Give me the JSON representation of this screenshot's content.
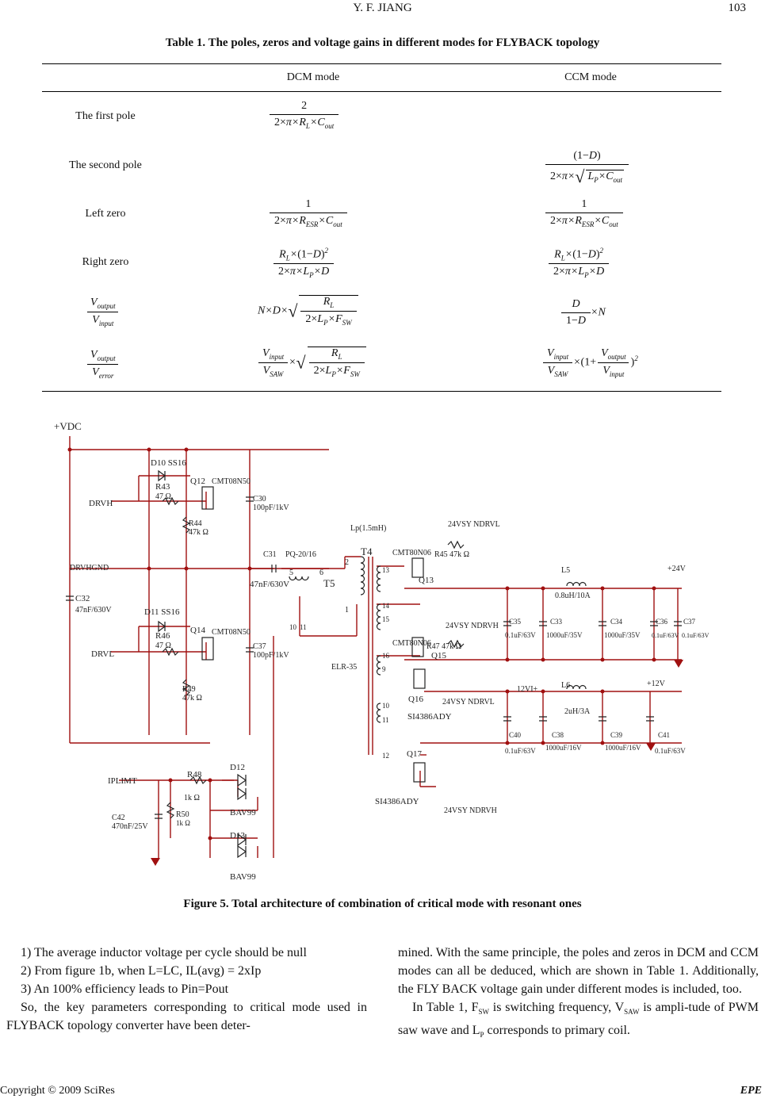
{
  "header": {
    "author": "Y. F. JIANG",
    "page": "103"
  },
  "table": {
    "caption": "Table 1. The poles, zeros and voltage gains in different modes for FLYBACK topology",
    "col_dcm": "DCM mode",
    "col_ccm": "CCM mode",
    "rows": [
      {
        "label": "The first pole"
      },
      {
        "label": "The second pole"
      },
      {
        "label": "Left zero"
      },
      {
        "label": "Right zero"
      }
    ]
  },
  "figure": {
    "caption": "Figure 5. Total architecture of combination of critical mode with resonant ones",
    "labels": {
      "vdc": "+VDC",
      "d10": "D10 SS16",
      "q12": "Q12",
      "q12p": "CMT08N50",
      "r43": "R43",
      "r43v": "47 Ω",
      "drvh": "DRVH",
      "c30": "C30",
      "c30v": "100pF/1kV",
      "r44": "R44",
      "r44v": "47k Ω",
      "lp": "Lp(1.5mH)",
      "vsy1": "24VSY NDRVL",
      "t4": "T4",
      "cmt1": "CMT80N06",
      "r45": "R45  47k Ω",
      "q13": "Q13",
      "drvhgnd": "DRVHGND",
      "c31": "C31",
      "pq": "PQ-20/16",
      "c31v": "47nF/630V",
      "t5": "T5",
      "l5": "L5",
      "l5v": "0.8uH/10A",
      "p24": "+24V",
      "c32": "C32",
      "c32v": "47nF/630V",
      "d11": "D11 SS16",
      "q14": "Q14",
      "q14p": "CMT08N50",
      "r46": "R46",
      "r46v": "47 Ω",
      "drvl": "DRVL",
      "vsy2": "24VSY NDRVH",
      "cmt2": "CMT80N06",
      "r47": "R47  47k Ω",
      "q15": "Q15",
      "c37a": "C37",
      "c37av": "100pF/1kV",
      "elr": "ELR-35",
      "c35": "C35",
      "c35v": "0.1uF/63V",
      "c33": "C33",
      "c33v": "1000uF/35V",
      "c34": "C34",
      "c34v": "1000uF/35V",
      "c36": "C36",
      "c36v": "0.1uF/63V",
      "c37": "C37",
      "c37v": "0.1uF/63V",
      "r49": "R49",
      "r49v": "47k Ω",
      "q16": "Q16",
      "vsy3": "24VSY NDRVL",
      "si1": "SI4386ADY",
      "vi12": "12VI+",
      "l6": "L6",
      "l6v": "2uH/3A",
      "p12": "+12V",
      "c40": "C40",
      "c40v": "0.1uF/63V",
      "c38": "C38",
      "c38v": "1000uF/16V",
      "c39": "C39",
      "c39v": "1000uF/16V",
      "c41": "C41",
      "c41v": "0.1uF/63V",
      "q17": "Q17",
      "si2": "SI4386ADY",
      "vsy4": "24VSY NDRVH",
      "iplimt": "IPLIMT",
      "r48": "R48",
      "r48v": "1k Ω",
      "d12": "D12",
      "bav1": "BAV99",
      "c42": "C42",
      "c42v": "470nF/25V",
      "r50": "R50",
      "r50v": "1k Ω",
      "d13": "D13",
      "bav2": "BAV99",
      "p5": "5",
      "p6": "6",
      "p2": "2",
      "p1": "1",
      "p13": "13",
      "p14": "14",
      "p15": "15",
      "p16": "16",
      "p9": "9",
      "p10": "10",
      "p11": "11",
      "p12n": "12",
      "p10b": "10",
      "p11b": "11"
    }
  },
  "body": {
    "left": [
      "1) The average inductor voltage per cycle should be null",
      "2) From figure 1b, when L=LC, IL(avg) = 2xIp",
      "3) An 100% efficiency leads to Pin=Pout",
      "So, the key parameters corresponding to critical mode used in FLYBACK topology converter have been deter-"
    ],
    "right_p1": "mined. With the same principle, the poles and zeros in DCM and CCM modes can all be deduced, which are shown in Table 1. Additionally, the FLY BACK voltage gain under different modes is included, too.",
    "right_p2a": "In Table 1, F",
    "right_p2_sub1": "SW",
    "right_p2b": " is switching frequency, V",
    "right_p2_sub2": "SAW",
    "right_p2c": " is ampli-tude of PWM saw wave and L",
    "right_p2_sub3": "P",
    "right_p2d": " corresponds to primary coil."
  },
  "footer": {
    "copyright": "Copyright © 2009 SciRes",
    "journal": "EPE"
  }
}
